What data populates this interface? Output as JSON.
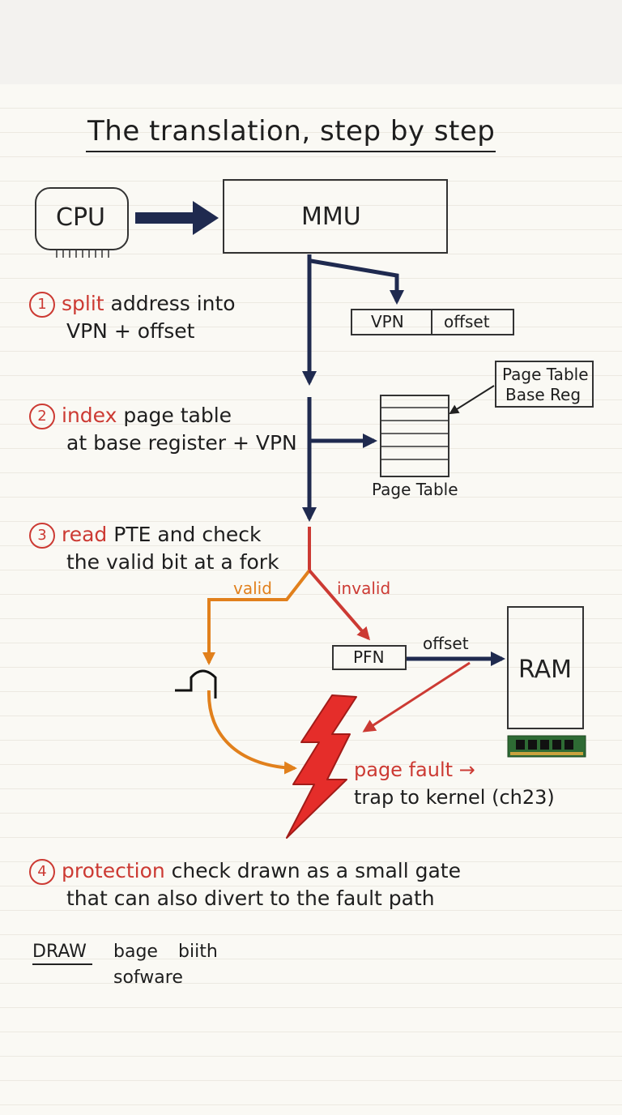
{
  "title": "The translation, step by step",
  "nodes": {
    "cpu": "CPU",
    "mmu": "MMU",
    "vpn": "VPN",
    "offset": "offset",
    "page_table_base_reg": [
      "Page Table",
      "Base Reg"
    ],
    "page_table": "Page Table",
    "pfn": "PFN",
    "ram": "RAM"
  },
  "steps": [
    {
      "number": "1",
      "keyword": "split",
      "line1_rest": " address into",
      "line2": "VPN + offset"
    },
    {
      "number": "2",
      "keyword": "index",
      "line1_rest": " page table",
      "line2": "at base register + VPN"
    },
    {
      "number": "3",
      "keyword": "read",
      "line1_rest": " PTE and check",
      "line2": "the valid bit at a fork"
    },
    {
      "number": "4",
      "keyword": "protection",
      "line1_rest": " check drawn as a small gate",
      "line2": "that can also divert to the fault path"
    }
  ],
  "edge_labels": {
    "valid": "valid",
    "invalid": "invalid",
    "offset": "offset"
  },
  "fault": {
    "title": "page fault →",
    "line2": "trap to kernel (ch23)"
  },
  "footer": {
    "draw": "DRAW",
    "word1": "bage",
    "word2": "biith",
    "word3": "sofware"
  },
  "colors": {
    "navy": "#1f2a4f",
    "accent_red": "#cc3a33",
    "orange": "#e1801c",
    "lightning": "#e52d2a",
    "ram_chip": "#2e6b34"
  }
}
